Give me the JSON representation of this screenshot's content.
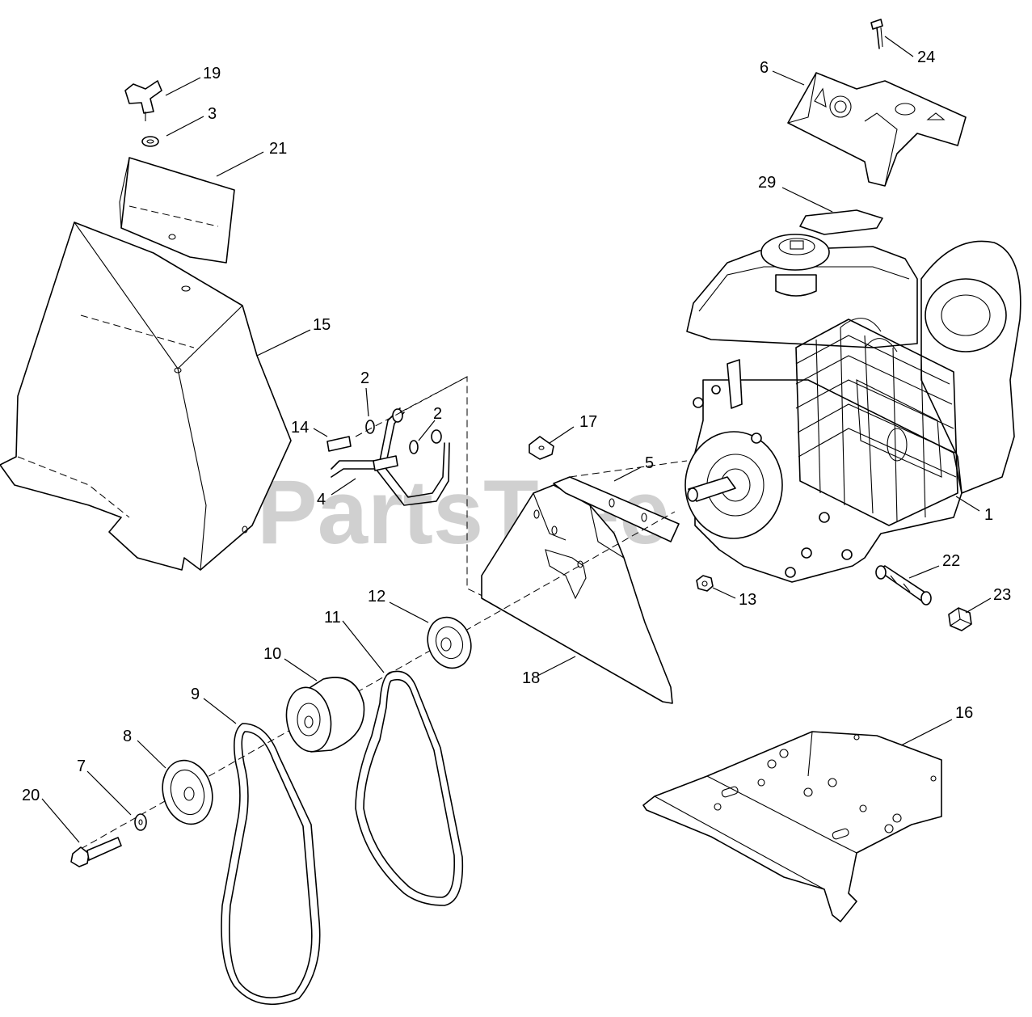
{
  "watermark": "PartsTree",
  "callouts": [
    {
      "id": "1",
      "label": "1"
    },
    {
      "id": "2a",
      "label": "2"
    },
    {
      "id": "2b",
      "label": "2"
    },
    {
      "id": "3",
      "label": "3"
    },
    {
      "id": "4",
      "label": "4"
    },
    {
      "id": "5",
      "label": "5"
    },
    {
      "id": "6",
      "label": "6"
    },
    {
      "id": "7",
      "label": "7"
    },
    {
      "id": "8",
      "label": "8"
    },
    {
      "id": "9",
      "label": "9"
    },
    {
      "id": "10",
      "label": "10"
    },
    {
      "id": "11",
      "label": "11"
    },
    {
      "id": "12",
      "label": "12"
    },
    {
      "id": "13",
      "label": "13"
    },
    {
      "id": "14",
      "label": "14"
    },
    {
      "id": "15",
      "label": "15"
    },
    {
      "id": "16",
      "label": "16"
    },
    {
      "id": "17",
      "label": "17"
    },
    {
      "id": "18",
      "label": "18"
    },
    {
      "id": "19",
      "label": "19"
    },
    {
      "id": "20",
      "label": "20"
    },
    {
      "id": "21",
      "label": "21"
    },
    {
      "id": "22",
      "label": "22"
    },
    {
      "id": "23",
      "label": "23"
    },
    {
      "id": "24",
      "label": "24"
    },
    {
      "id": "29",
      "label": "29"
    }
  ]
}
